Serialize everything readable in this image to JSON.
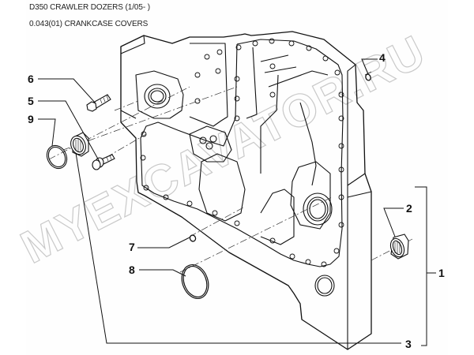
{
  "header": {
    "model_line": "D350 CRAWLER DOZERS (1/05- )",
    "section_line": "0.043(01) CRANKCASE COVERS"
  },
  "watermark": "MYEXCAVATOR.RU",
  "callouts": [
    {
      "id": "1",
      "label": "1",
      "part": "crankcase-cover-assembly"
    },
    {
      "id": "2",
      "label": "2",
      "part": "needle-bearing-right"
    },
    {
      "id": "3",
      "label": "3",
      "part": "crankcase-cover"
    },
    {
      "id": "4",
      "label": "4",
      "part": "small-o-ring-top"
    },
    {
      "id": "5",
      "label": "5",
      "part": "flange-bolt"
    },
    {
      "id": "6",
      "label": "6",
      "part": "hex-bolt"
    },
    {
      "id": "7",
      "label": "7",
      "part": "small-o-ring"
    },
    {
      "id": "8",
      "label": "8",
      "part": "large-seal-ring"
    },
    {
      "id": "9",
      "label": "9",
      "part": "seal-ring-left"
    }
  ],
  "colors": {
    "line": "#111111",
    "watermark": "#c9c9c9",
    "background": "#ffffff"
  }
}
